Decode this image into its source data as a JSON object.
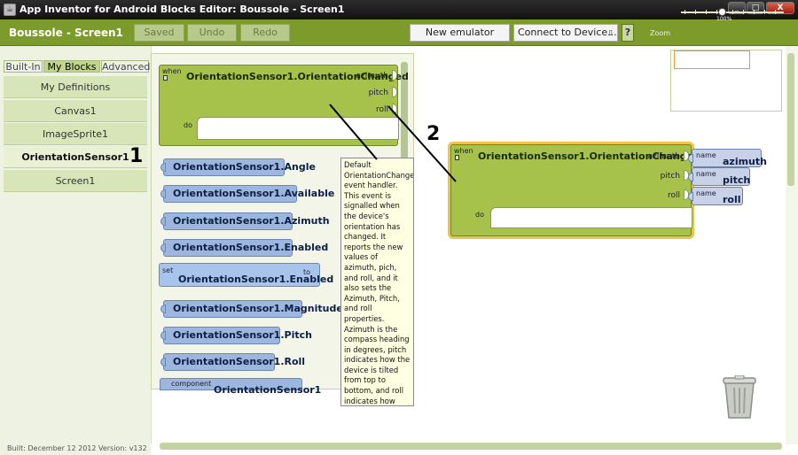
{
  "window": {
    "title": "App Inventor for Android Blocks Editor: Boussole - Screen1"
  },
  "toolbar": {
    "project_title": "Boussole - Screen1",
    "saved_label": "Saved",
    "undo_label": "Undo",
    "redo_label": "Redo",
    "new_emulator_label": "New emulator",
    "connect_label": "Connect to Device...",
    "help_label": "?",
    "zoom_label": "Zoom",
    "zoom_value": "100%"
  },
  "tabs": [
    "Built-In",
    "My Blocks",
    "Advanced"
  ],
  "drawer": {
    "items": [
      "My Definitions",
      "Canvas1",
      "ImageSprite1",
      "OrientationSensor1",
      "Screen1"
    ],
    "active_index": 3
  },
  "build_info": "Built: December 12 2012 Version: v132",
  "callouts": [
    "1",
    "2"
  ],
  "palette": {
    "event_block": {
      "when": "when",
      "title": "OrientationSensor1.OrientationChanged",
      "params": [
        "azimuth",
        "pitch",
        "roll"
      ],
      "do": "do"
    },
    "getters": [
      "OrientationSensor1.Angle",
      "OrientationSensor1.Available",
      "OrientationSensor1.Azimuth",
      "OrientationSensor1.Enabled"
    ],
    "setter": {
      "set": "set",
      "label": "OrientationSensor1.Enabled",
      "to": "to"
    },
    "getters_after": [
      "OrientationSensor1.Magnitude",
      "OrientationSensor1.Pitch",
      "OrientationSensor1.Roll"
    ],
    "component_peek": {
      "label": "component",
      "title": "OrientationSensor1"
    }
  },
  "tooltip": "Default OrientationChanged event handler. This event is signalled when the device's orientation has changed. It reports the new values of azimuth, pich, and roll, and it also sets the Azimuth, Pitch, and roll properties. Azimuth is the compass heading in degrees, pitch indicates how the device is tilted from top to bottom, and roll indicates how much the device is tilted from side to side.",
  "workspace": {
    "event_block": {
      "when": "when",
      "title": "OrientationSensor1.OrientationChanged",
      "params": [
        "azimuth",
        "pitch",
        "roll"
      ],
      "do": "do"
    },
    "name_blocks": [
      {
        "label": "name",
        "value": "azimuth"
      },
      {
        "label": "name",
        "value": "pitch"
      },
      {
        "label": "name",
        "value": "roll"
      }
    ]
  },
  "colors": {
    "toolbar": "#7d9b2a",
    "event_block": "#a6c24b",
    "getter_block": "#9cb6dd",
    "selection_glow": "#f0c24a",
    "tooltip_bg": "#ffffe2"
  },
  "icons": [
    "java-app-icon",
    "help-icon",
    "trash-icon"
  ]
}
